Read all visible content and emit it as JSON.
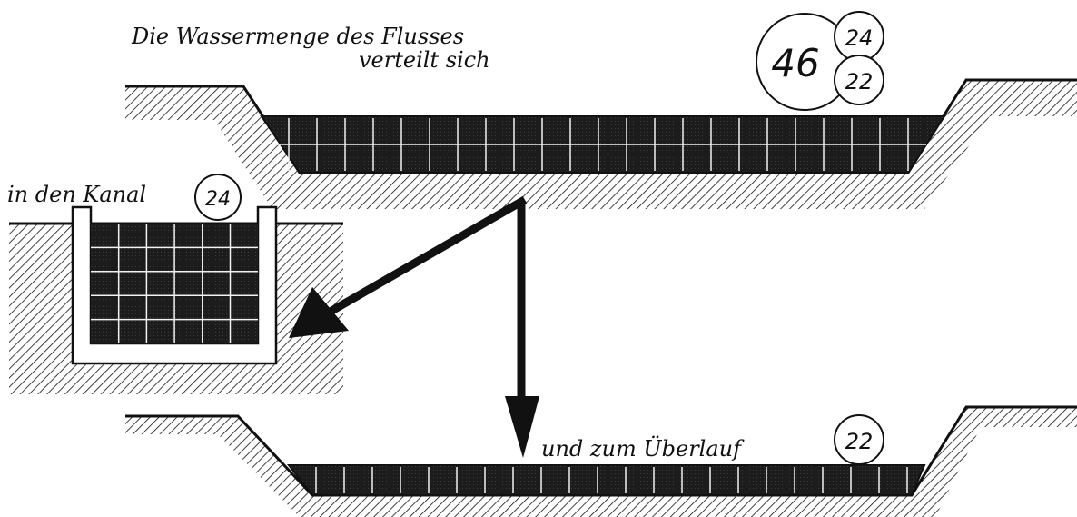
{
  "heading": {
    "line1": "Die Wassermenge des Flusses",
    "line2": "verteilt sich"
  },
  "totals": {
    "river_total": "46",
    "to_canal": "24",
    "to_overflow": "22"
  },
  "canal": {
    "label": "in den Kanal",
    "amount": "24"
  },
  "overflow": {
    "label": "und zum Überlauf",
    "amount": "22"
  },
  "colors": {
    "ink": "#111111",
    "water": "#1c1c1c",
    "grid": "#f2f2f2",
    "paper": "#ffffff"
  }
}
